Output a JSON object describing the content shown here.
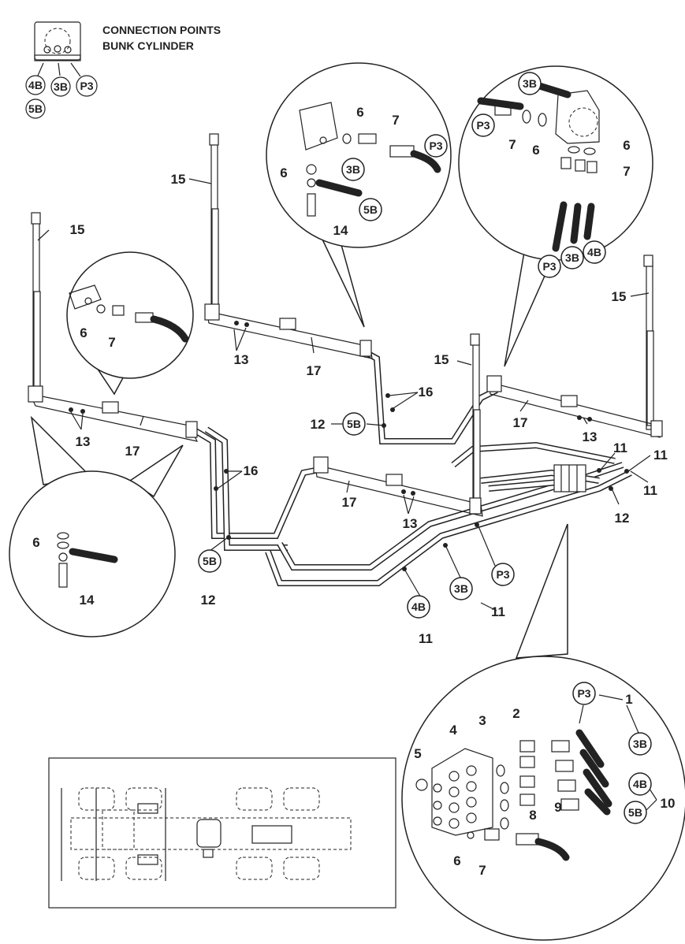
{
  "title_lines": [
    "CONNECTION POINTS",
    "BUNK CYLINDER"
  ],
  "connection_labels": [
    "4B",
    "3B",
    "P3",
    "5B"
  ],
  "labels": {
    "n1": "1",
    "n2": "2",
    "n3": "3",
    "n4": "4",
    "n5": "5",
    "n6": "6",
    "n7": "7",
    "n8": "8",
    "n9": "9",
    "n10": "10",
    "n11": "11",
    "n12": "12",
    "n13": "13",
    "n14": "14",
    "n15": "15",
    "n16": "16",
    "n17": "17"
  },
  "circle_labels": {
    "p3": "P3",
    "b3": "3B",
    "b4": "4B",
    "b5": "5B"
  }
}
